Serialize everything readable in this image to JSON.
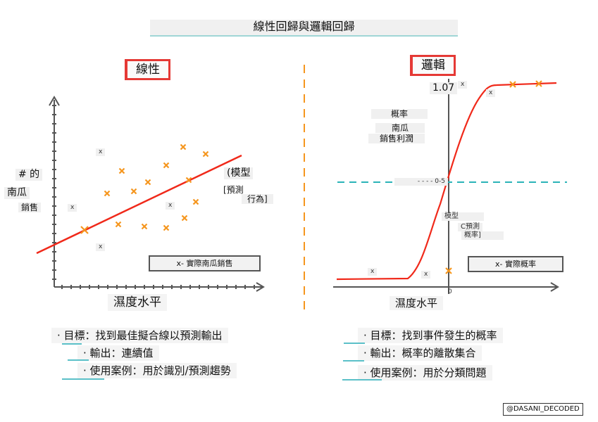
{
  "title": "線性回歸與邏輯回歸",
  "linear": {
    "heading": "線性",
    "y_label": [
      "# 的",
      "南瓜",
      "銷售"
    ],
    "model_label": [
      "(模型",
      "[預測",
      "行為]"
    ],
    "legend": "x- 實際南瓜銷售",
    "x_label": "濕度水平",
    "bullets": [
      "· 目標：找到最佳擬合線以預測輸出",
      "· 輸出：連續值",
      "· 使用案例：用於識別/預測趨勢"
    ]
  },
  "logistic": {
    "heading": "邏輯",
    "y_max": "1.07",
    "y_label": [
      "概率",
      "南瓜",
      "銷售利潤"
    ],
    "threshold": "- - - - 0-5",
    "model_label": [
      "模型",
      "C預測",
      "概率]"
    ],
    "legend": "x- 實際概率",
    "origin": "0",
    "x_label": "濕度水平",
    "bullets": [
      "· 目標：找到事件發生的概率",
      "· 輸出：概率的離散集合",
      "· 使用案例：用於分類問題"
    ]
  },
  "marker": "x",
  "credit": "@DASANI_DECODED",
  "colors": {
    "line": "#f0291a",
    "points": "#f5961e",
    "threshold": "#2bb3b8",
    "divider": "#f5961e"
  }
}
